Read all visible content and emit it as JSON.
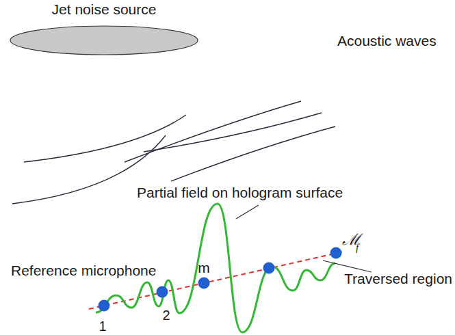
{
  "diagram": {
    "nodes": [
      {
        "text": [
          "Jet noise source"
        ]
      }
    ],
    "labels": [
      "Acoustic waves",
      "Partial field on hologram surface",
      "Reference microphone",
      "1",
      "2",
      "m",
      "ℳ",
      "f",
      "Traversed region"
    ]
  }
}
